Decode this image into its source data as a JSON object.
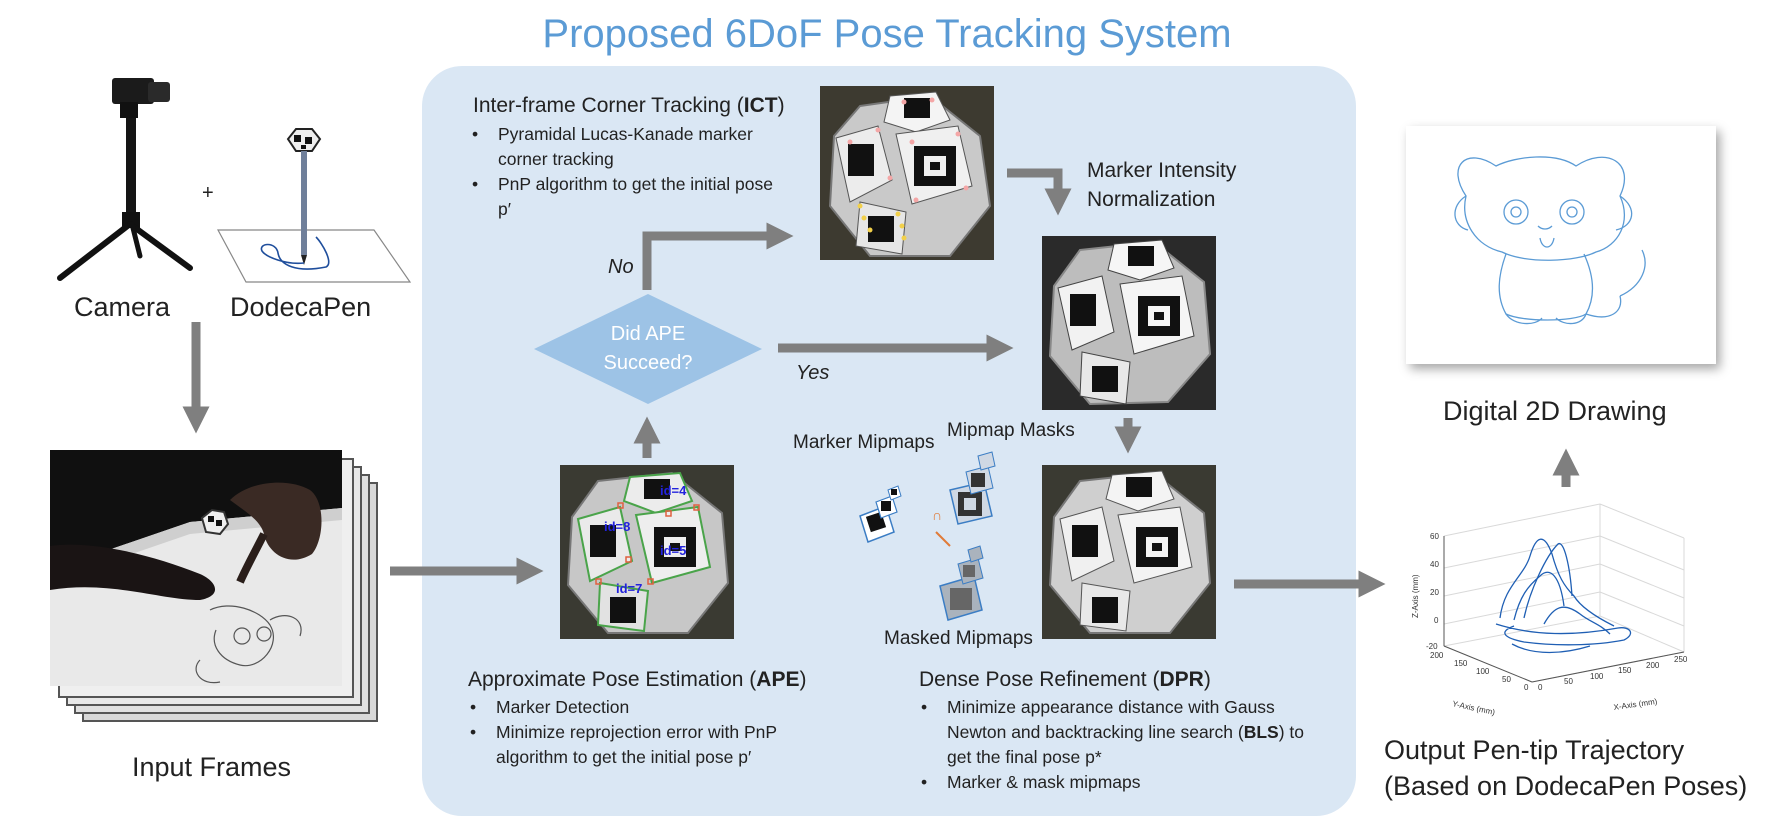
{
  "title": "Proposed 6DoF Pose Tracking System",
  "inputs": {
    "camera_label": "Camera",
    "plus": "+",
    "pen_label": "DodecaPen",
    "frames_label": "Input Frames"
  },
  "ict": {
    "heading_prefix": "Inter-frame Corner Tracking (",
    "heading_abbr": "ICT",
    "heading_suffix": ")",
    "bullets": [
      "Pyramidal Lucas-Kanade marker corner tracking",
      "PnP algorithm to get the initial pose p′"
    ]
  },
  "normalization_label": "Marker Intensity Normalization",
  "decision": {
    "text_line1": "Did APE",
    "text_line2": "Succeed?",
    "no_label": "No",
    "yes_label": "Yes"
  },
  "ape": {
    "heading_prefix": "Approximate Pose Estimation (",
    "heading_abbr": "APE",
    "heading_suffix": ")",
    "bullets": [
      "Marker Detection",
      "Minimize reprojection error with PnP algorithm to get the initial pose p′"
    ],
    "marker_ids": [
      "id=4",
      "id=8",
      "id=5",
      "id=7"
    ]
  },
  "mipmaps": {
    "marker_mipmaps": "Marker Mipmaps",
    "mipmap_masks": "Mipmap Masks",
    "masked_mipmaps": "Masked Mipmaps",
    "intersect_symbol": "∩"
  },
  "dpr": {
    "heading_prefix": "Dense Pose Refinement (",
    "heading_abbr": "DPR",
    "heading_suffix": ")",
    "bullet1_text": "Minimize appearance distance with Gauss Newton and backtracking line search (",
    "bullet1_abbr": "BLS",
    "bullet1_text2": ") to get the final pose p*",
    "bullet2": "Marker & mask mipmaps"
  },
  "output": {
    "drawing_label": "Digital 2D Drawing",
    "trajectory_line1": "Output Pen-tip Trajectory",
    "trajectory_line2": "(Based on DodecaPen Poses)"
  },
  "plot3d": {
    "z_axis_label": "Z-Axis (mm)",
    "y_axis_label": "Y-Axis (mm)",
    "x_axis_label": "X-Axis (mm)",
    "z_ticks": [
      "60",
      "40",
      "20",
      "0",
      "-20"
    ],
    "y_ticks": [
      "200",
      "150",
      "100",
      "50",
      "0"
    ],
    "x_ticks": [
      "0",
      "50",
      "100",
      "150",
      "200",
      "250"
    ]
  },
  "colors": {
    "title": "#5b9bd5",
    "panel": "#dae7f4",
    "decision": "#9dc3e6",
    "arrow": "#7f7f7f",
    "trajectory": "#1f5fb4",
    "sketch": "#5b9bd5"
  }
}
